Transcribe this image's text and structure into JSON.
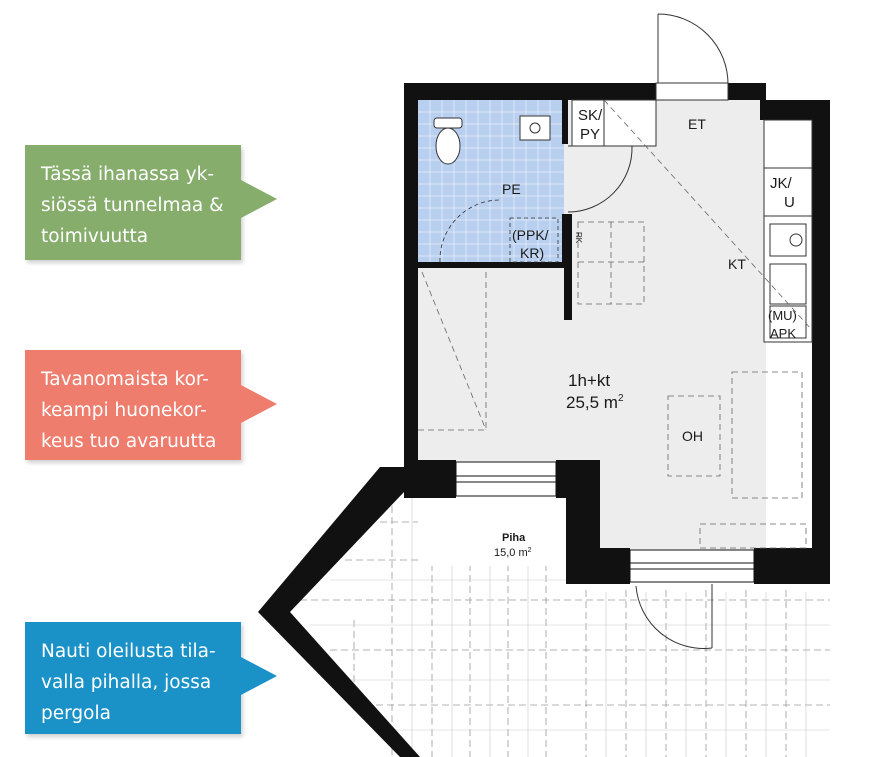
{
  "callouts": [
    {
      "lines": [
        "Tässä ihanassa yk-",
        "siössä tunnelmaa &",
        "toimivuutta"
      ],
      "color": "#86ad6c"
    },
    {
      "lines": [
        "Tavanomaista kor-",
        "keampi huonekor-",
        "keus tuo avaruutta"
      ],
      "color": "#ee7d6d"
    },
    {
      "lines": [
        "Nauti oleilusta tila-",
        "valla pihalla, jossa",
        "pergola"
      ],
      "color": "#1a92c8"
    }
  ],
  "plan": {
    "apartment_type": "1h+kt",
    "area_value": "25,5 m",
    "area_sup": "2",
    "yard_name": "Piha",
    "yard_area": "15,0 m",
    "yard_area_sup": "2",
    "rooms": {
      "bathroom": "PE",
      "entry": "ET",
      "kitchen": "KT",
      "living": "OH"
    },
    "fixtures": {
      "sk_py_line1": "SK/",
      "sk_py_line2": "PY",
      "ppk_line1": "(PPK/",
      "ppk_line2": "KR)",
      "jk_line1": "JK/",
      "jk_line2": "U",
      "mu_line1": "(MU)",
      "mu_line2": "APK",
      "rk": "RK"
    },
    "colors": {
      "wall": "#111111",
      "floor": "#ededed",
      "bathroom_tile": "#b8cff0",
      "yard": "#ffffff"
    }
  }
}
